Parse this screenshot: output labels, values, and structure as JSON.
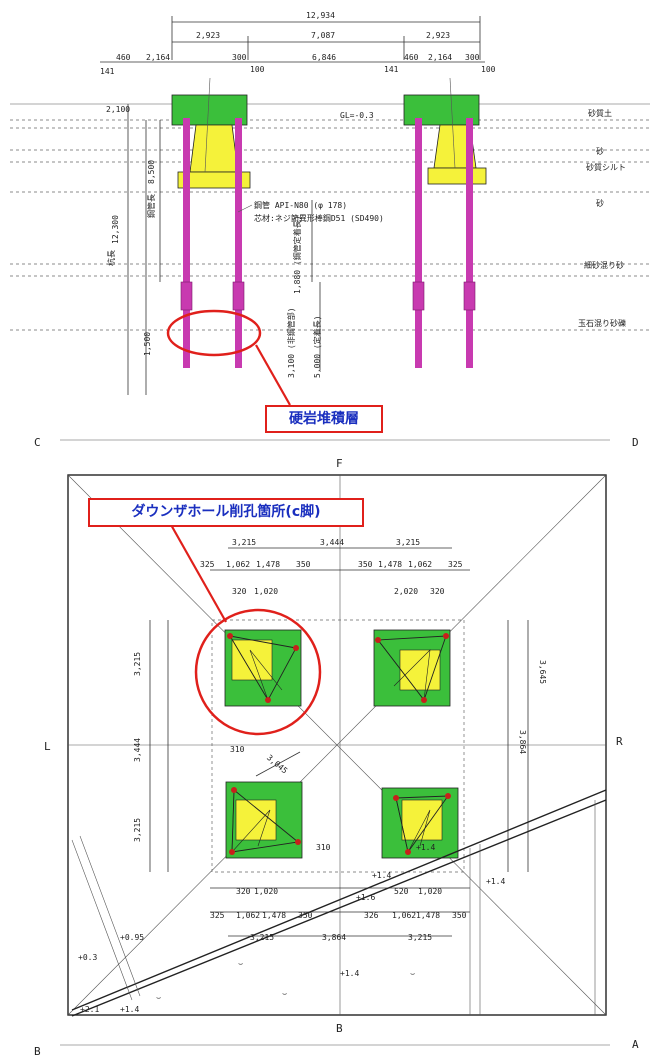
{
  "callouts": {
    "hard_rock_layer": "硬岩堆積層",
    "down_hole_location": "ダウンザホール削孔箇所(c脚)"
  },
  "elevation": {
    "top_dims": [
      "12,934",
      "2,923",
      "7,087",
      "2,923"
    ],
    "second_dims": [
      "141",
      "460",
      "2,164",
      "300",
      "100",
      "6,846",
      "141",
      "460",
      "2,164",
      "300",
      "100"
    ],
    "gl_label": "GL=-0.3",
    "material_1": "鋼管 API-N80 (φ 178)",
    "material_2": "芯材:ネジ節異形棒鋼D51 (SD490)",
    "left_dims": [
      "2,100",
      "12,300",
      "8,500",
      "1,500"
    ],
    "pile_dims": [
      "1,880 (鋼管定着長)",
      "3,100 (非鋼管部)",
      "5,000 (定着長)"
    ],
    "strata": [
      "砂質土",
      "砂",
      "砂質シルト",
      "砂",
      "細砂混り砂",
      "玉石混り砂礫"
    ],
    "labels": [
      "杭長",
      "鋼管長"
    ]
  },
  "plan": {
    "corner_labels": {
      "top_left": "C",
      "top_right": "D",
      "bottom_left": "B",
      "bottom_right": "A"
    },
    "axis_labels": {
      "top": "F",
      "bottom": "B",
      "left": "L",
      "right": "R"
    },
    "top_dims": [
      "3,215",
      "3,444",
      "3,215"
    ],
    "sub_dims_left": [
      "325",
      "1,062",
      "1,478",
      "350"
    ],
    "sub_dims_right": [
      "350",
      "1,478",
      "1,062",
      "325"
    ],
    "small_dims": [
      "320",
      "1,020",
      "2,020",
      "320"
    ],
    "bottom_dims": [
      "3,215",
      "3,864",
      "3,215"
    ],
    "bottom_sub_dims_left": [
      "325",
      "1,062",
      "1,478",
      "350"
    ],
    "bottom_sub_dims_right": [
      "326",
      "1,062",
      "1,478",
      "350"
    ],
    "bottom_small_dims": [
      "320",
      "1,020",
      "520",
      "1,020"
    ],
    "side_dims": [
      "3,215",
      "3,444",
      "3,215",
      "3,645",
      "3,864"
    ],
    "diag_dim": "3,045",
    "small_notes": [
      "310",
      "310",
      "+1.4",
      "+1.6",
      "+1.4",
      "+1.4",
      "+0.95",
      "+0.3",
      "+2.1",
      "+1.4",
      "+1.4"
    ]
  },
  "colors": {
    "green": "#3bbf3b",
    "yellow": "#f5f23a",
    "magenta": "#c83ab0",
    "red": "#e0201b",
    "blue_text": "#1a2fbf"
  }
}
